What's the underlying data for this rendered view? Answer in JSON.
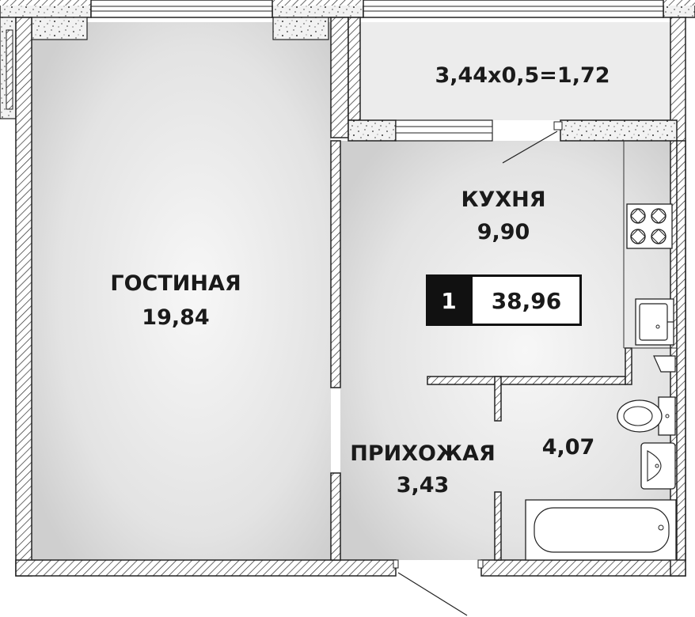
{
  "rooms": {
    "living": {
      "name": "ГОСТИНАЯ",
      "area": "19,84"
    },
    "kitchen": {
      "name": "КУХНЯ",
      "area": "9,90"
    },
    "hall": {
      "name": "ПРИХОЖАЯ",
      "area": "3,43"
    },
    "bath": {
      "area": "4,07"
    },
    "balcony": {
      "formula": "3,44x0,5=1,72"
    }
  },
  "badge": {
    "rooms_count": "1",
    "total_area": "38,96"
  },
  "colors": {
    "floor_light": "#f4f4f4",
    "floor_shade": "#d9d9d9",
    "wall_hatch": "#2b2b2b",
    "badge_dark": "#111111"
  },
  "icons": [
    "stove-icon",
    "sink-icon",
    "toilet-icon",
    "washbasin-icon",
    "bathtub-icon",
    "window-icon",
    "door-icon"
  ]
}
